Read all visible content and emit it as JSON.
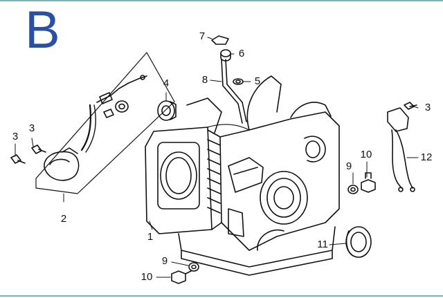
{
  "section_letter": "B",
  "colors": {
    "letter": "#2a4fa3",
    "ink": "#111111",
    "frame": "#7fb3b8"
  },
  "callouts": [
    {
      "id": "1",
      "label": "1"
    },
    {
      "id": "2",
      "label": "2"
    },
    {
      "id": "3a",
      "label": "3"
    },
    {
      "id": "3b",
      "label": "3"
    },
    {
      "id": "3c",
      "label": "3"
    },
    {
      "id": "4",
      "label": "4"
    },
    {
      "id": "5",
      "label": "5"
    },
    {
      "id": "6",
      "label": "6"
    },
    {
      "id": "7",
      "label": "7"
    },
    {
      "id": "8",
      "label": "8"
    },
    {
      "id": "9a",
      "label": "9"
    },
    {
      "id": "9b",
      "label": "9"
    },
    {
      "id": "10a",
      "label": "10"
    },
    {
      "id": "10b",
      "label": "10"
    },
    {
      "id": "11",
      "label": "11"
    },
    {
      "id": "12",
      "label": "12"
    }
  ]
}
